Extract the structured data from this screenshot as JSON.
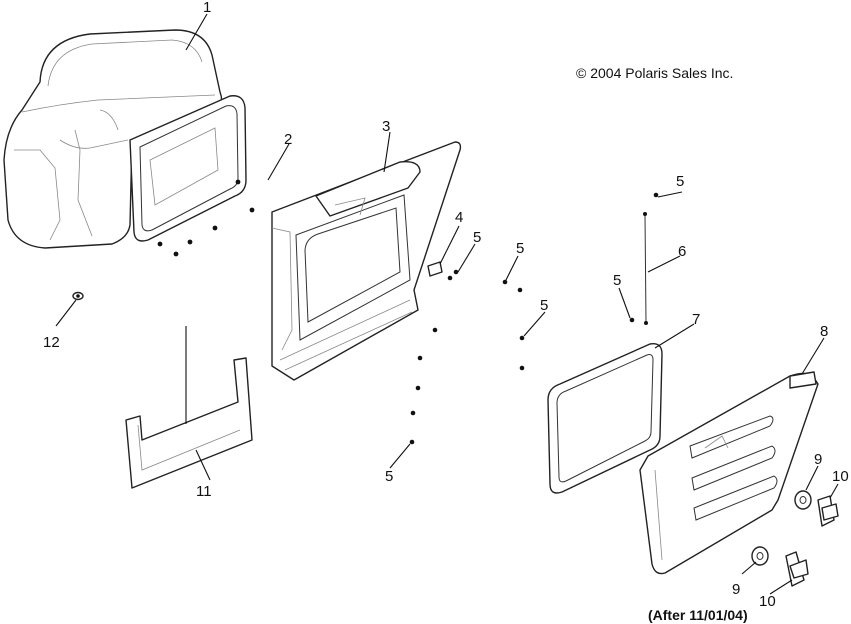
{
  "copyright": "© 2004 Polaris Sales Inc.",
  "note": "(After 11/01/04)",
  "callouts": [
    "1",
    "2",
    "3",
    "4",
    "5",
    "5",
    "5",
    "5",
    "5",
    "5",
    "6",
    "7",
    "8",
    "9",
    "9",
    "10",
    "10",
    "11",
    "12"
  ]
}
